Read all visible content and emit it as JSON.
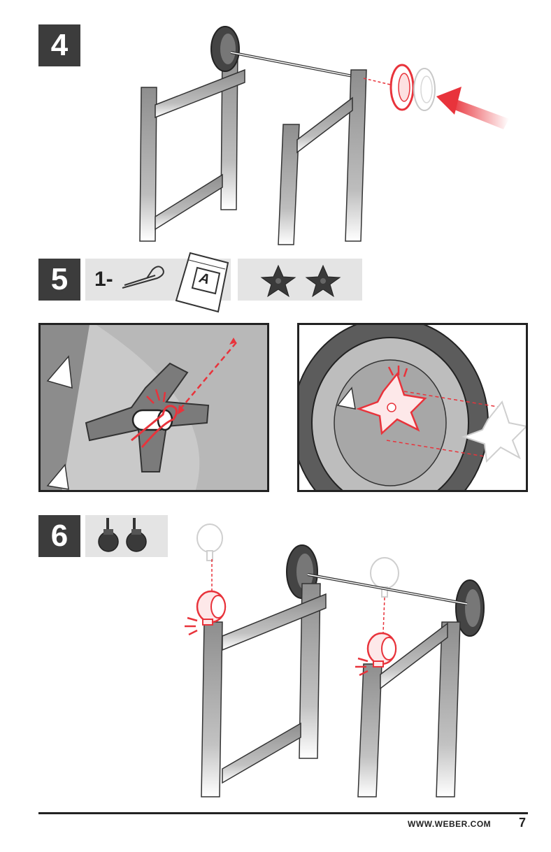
{
  "steps": [
    {
      "number": "4"
    },
    {
      "number": "5",
      "parts_quantity": "1-",
      "bag_label": "A"
    },
    {
      "number": "6"
    }
  ],
  "footer": {
    "url": "WWW.WEBER.COM",
    "page": "7"
  },
  "colors": {
    "accent_red": "#e8333b",
    "step_box": "#3c3c3c",
    "parts_bg": "#e4e4e4",
    "frame_gray": "#9a9a9a"
  }
}
